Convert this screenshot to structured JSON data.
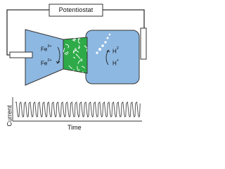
{
  "instrument": {
    "label": "Potentiostat"
  },
  "left_chamber": {
    "species_top": "Fe",
    "species_top_charge": "3+",
    "species_bottom": "Fe",
    "species_bottom_charge": "2+"
  },
  "right_chamber": {
    "species_top": "H",
    "species_top_sub": "2",
    "species_bottom": "H",
    "species_bottom_charge": "+"
  },
  "trace": {
    "ylabel": "Current",
    "xlabel": "Time",
    "pulse_count": 27
  },
  "colors": {
    "chamber_fill": "#8db8e2",
    "membrane_fill": "#2eab48",
    "wire": "#333333",
    "electrode": "#ffffff",
    "bubbles": "#ffffff"
  }
}
